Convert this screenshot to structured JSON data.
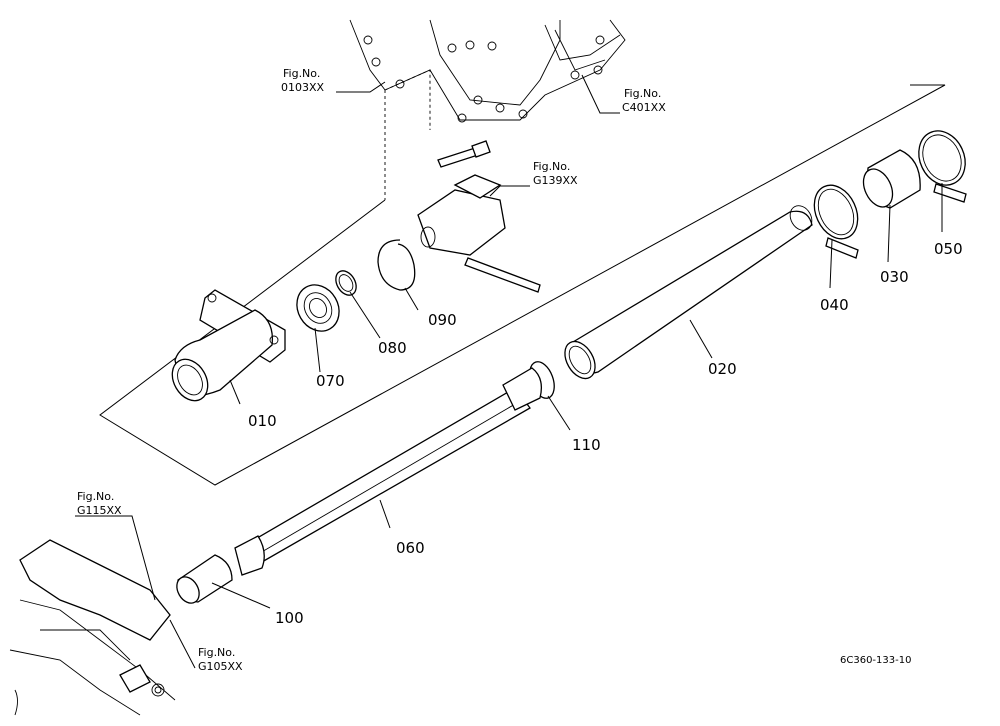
{
  "figure_refs": [
    {
      "top": "Fig.No.",
      "bottom": "0103XX"
    },
    {
      "top": "Fig.No.",
      "bottom": "C401XX"
    },
    {
      "top": "Fig.No.",
      "bottom": "G139XX"
    },
    {
      "top": "Fig.No.",
      "bottom": "G115XX"
    },
    {
      "top": "Fig.No.",
      "bottom": "G105XX"
    }
  ],
  "parts": [
    "010",
    "020",
    "030",
    "040",
    "050",
    "060",
    "070",
    "080",
    "090",
    "100",
    "110"
  ],
  "drawing_code": "6C360-133-10"
}
